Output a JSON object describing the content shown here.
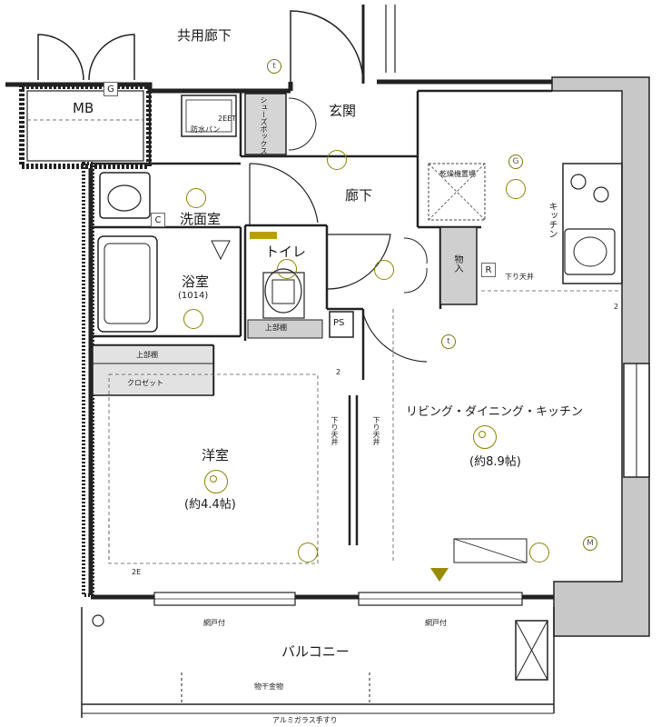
{
  "labels": {
    "corridor_shared": "共用廊下",
    "mb": "MB",
    "entrance": "玄関",
    "shoe_box": "シューズボックス",
    "hallway": "廊下",
    "waterproof_pan": "防水パン",
    "washroom": "洗面室",
    "bathroom": "浴室",
    "bathroom_size": "(1014)",
    "toilet": "トイレ",
    "storage_upper": "上部棚",
    "closet_upper": "上部棚",
    "closet": "クロゼット",
    "storage": "物入",
    "ps": "PS",
    "western_room": "洋室",
    "western_size": "(約4.4帖)",
    "ldk": "リビング・ダイニング・キッチン",
    "ldk_size": "(約8.9帖)",
    "kitchen": "キッチン",
    "balcony": "バルコニー",
    "ceiling_low_1": "下り天井",
    "ceiling_low_2": "下り天井",
    "ceiling_low_3": "下り天井",
    "screen_1": "網戸付",
    "screen_2": "網戸付",
    "drying_hardware": "物干金物",
    "glass_rail": "アルミガラス手すり",
    "dryer_space": "乾燥機置場"
  },
  "symbols": {
    "g_mb": "G",
    "g_kitchen": "G",
    "c": "C",
    "r": "R",
    "m": "M",
    "t1": "t",
    "t2": "t",
    "two_e_1": "2EET",
    "two_e_2": "2E",
    "two_1": "2",
    "two_2": "2"
  }
}
